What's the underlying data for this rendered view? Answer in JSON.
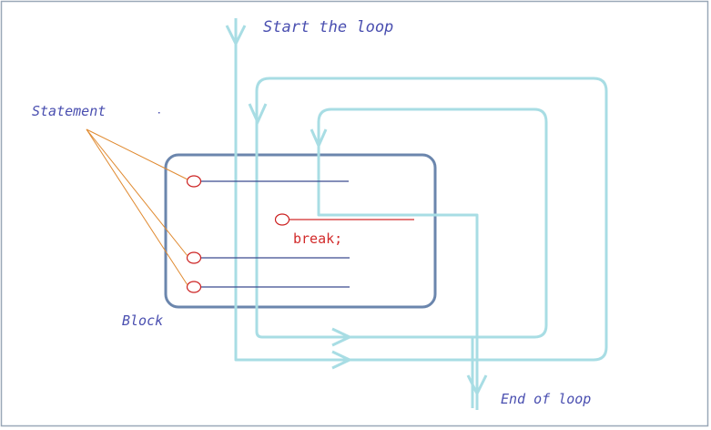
{
  "labels": {
    "start": "Start the loop",
    "statement": "Statement",
    "block": "Block",
    "break": "break;",
    "end": "End of loop"
  },
  "colors": {
    "frame": "#9aa8b8",
    "loop": "#a8dde4",
    "block": "#6b86ad",
    "statement_line": "#3b4a8f",
    "statement_dot": "#cc2222",
    "break_line": "#d22a2a",
    "pointer": "#e08a30",
    "text_blue": "#4a4fb0",
    "text_red": "#d22a2a"
  }
}
